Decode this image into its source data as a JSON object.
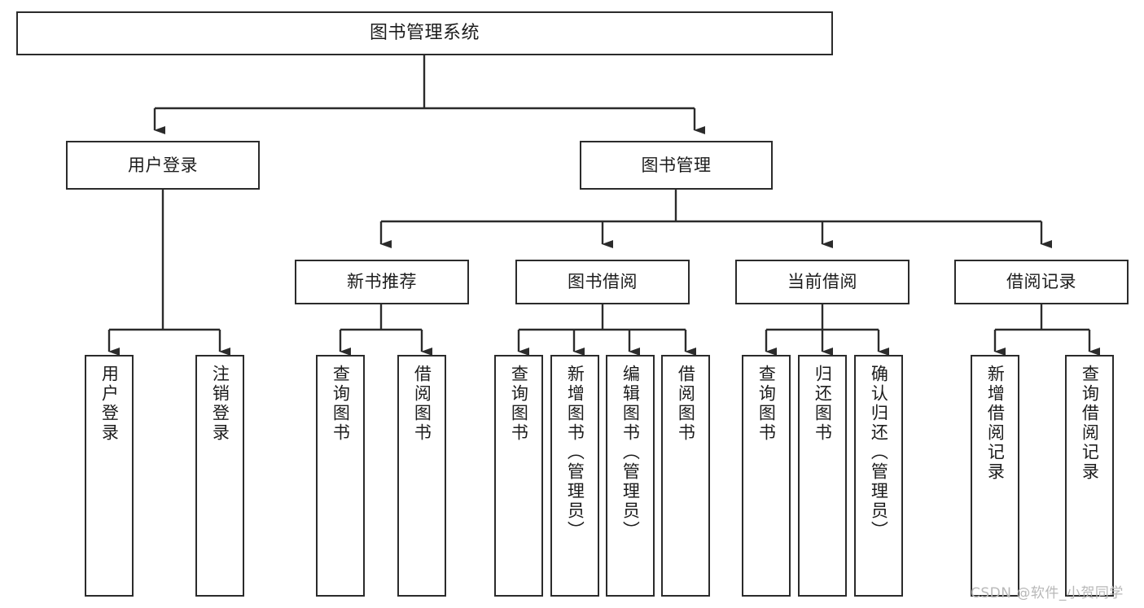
{
  "diagram": {
    "title": "图书管理系统",
    "type": "tree-hierarchy-diagram",
    "orientation": "top-down",
    "colors": {
      "box_border": "#2b2b2b",
      "box_fill": "#ffffff",
      "text": "#1c1c1c",
      "connector": "#2b2b2b",
      "watermark": "#b8b8b8",
      "background": "#ffffff"
    }
  },
  "nodes": {
    "root": {
      "label": "图书管理系统"
    },
    "level1": [
      {
        "id": "user-login",
        "label": "用户登录"
      },
      {
        "id": "book-management",
        "label": "图书管理"
      }
    ],
    "level2": [
      {
        "id": "new-book-recommend",
        "label": "新书推荐"
      },
      {
        "id": "book-borrow",
        "label": "图书借阅"
      },
      {
        "id": "current-borrow",
        "label": "当前借阅"
      },
      {
        "id": "borrow-record",
        "label": "借阅记录"
      }
    ],
    "leaves": {
      "user-login": [
        {
          "id": "leaf-user-login",
          "label": "用户登录"
        },
        {
          "id": "leaf-logout-login",
          "label": "注销登录"
        }
      ],
      "new-book-recommend": [
        {
          "id": "leaf-query-book-1",
          "label": "查询图书"
        },
        {
          "id": "leaf-borrow-book-1",
          "label": "借阅图书"
        }
      ],
      "book-borrow": [
        {
          "id": "leaf-query-book-2",
          "label": "查询图书"
        },
        {
          "id": "leaf-add-book",
          "label": "新增图书（管理员）"
        },
        {
          "id": "leaf-edit-book",
          "label": "编辑图书（管理员）"
        },
        {
          "id": "leaf-borrow-book-2",
          "label": "借阅图书"
        }
      ],
      "current-borrow": [
        {
          "id": "leaf-query-book-3",
          "label": "查询图书"
        },
        {
          "id": "leaf-return-book",
          "label": "归还图书"
        },
        {
          "id": "leaf-confirm-return",
          "label": "确认归还（管理员）"
        }
      ],
      "borrow-record": [
        {
          "id": "leaf-add-record",
          "label": "新增借阅记录"
        },
        {
          "id": "leaf-query-record",
          "label": "查询借阅记录"
        }
      ]
    }
  },
  "watermark": {
    "text": "CSDN @软件_小贺同学"
  }
}
